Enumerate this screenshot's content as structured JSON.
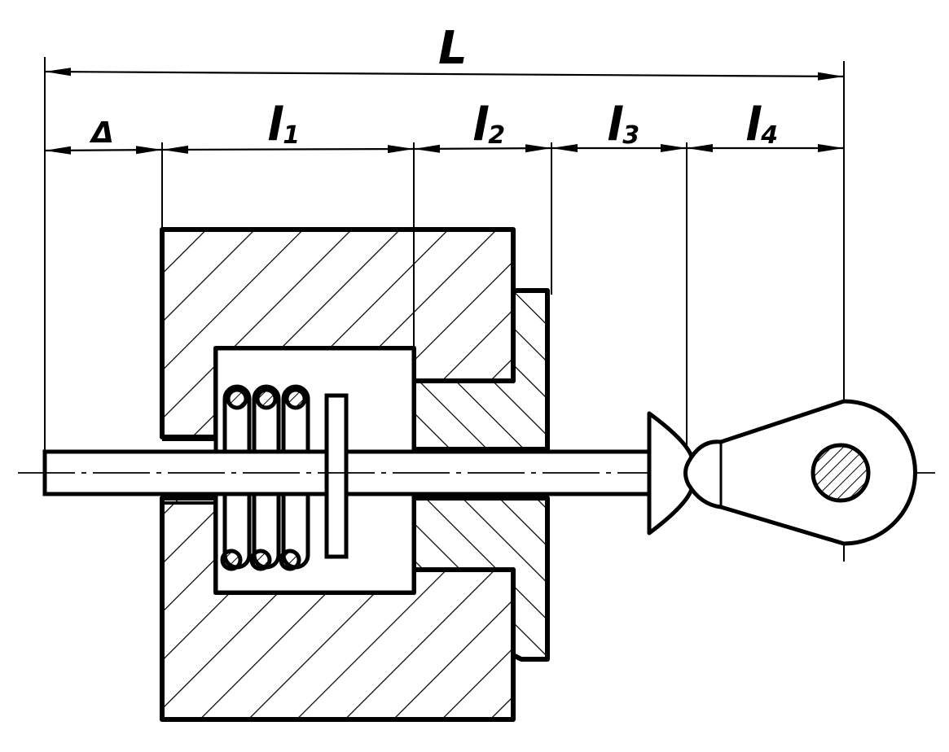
{
  "labels": {
    "overall_length": "L",
    "gap": "Δ",
    "l1": {
      "base": "l",
      "sub": "1"
    },
    "l2": {
      "base": "l",
      "sub": "2"
    },
    "l3": {
      "base": "l",
      "sub": "3"
    },
    "l4": {
      "base": "l",
      "sub": "4"
    }
  },
  "colors": {
    "ink": "#000000",
    "paper": "#ffffff"
  }
}
